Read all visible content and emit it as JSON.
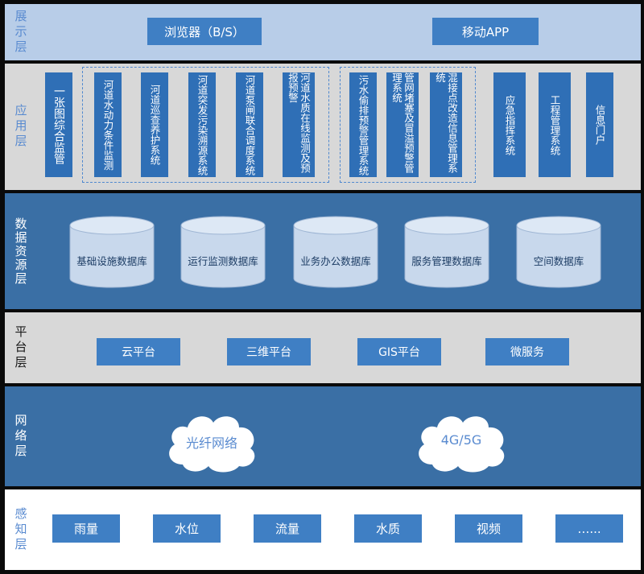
{
  "layers": {
    "presentation": {
      "label": "展示层",
      "items": [
        "浏览器（B/S）",
        "移动APP"
      ]
    },
    "application": {
      "label": "应用层",
      "items": [
        "一张图综合监管",
        "河道水动力条件监测",
        "河道巡查养护系统",
        "河道突发污染溯源系统",
        "河道泵闸联合调度系统",
        "河道水质在线监测及预报预警",
        "污水偷排预警管理系统",
        "管网堵塞及冒溢预警管理系统",
        "混接点改造信息管理系统",
        "应急指挥系统",
        "工程管理系统",
        "信息门户"
      ]
    },
    "data": {
      "label": "数据资源层",
      "items": [
        "基础设施数据库",
        "运行监测数据库",
        "业务办公数据库",
        "服务管理数据库",
        "空间数据库"
      ]
    },
    "platform": {
      "label": "平台层",
      "items": [
        "云平台",
        "三维平台",
        "GIS平台",
        "微服务"
      ]
    },
    "network": {
      "label": "网络层",
      "items": [
        "光纤网络",
        "4G/5G"
      ]
    },
    "perception": {
      "label": "感知层",
      "items": [
        "雨量",
        "水位",
        "流量",
        "水质",
        "视频",
        "…..."
      ]
    }
  },
  "colors": {
    "presentation_bg": "#b8cde8",
    "application_bg": "#d8d8d8",
    "data_bg": "#3a6fa5",
    "platform_bg": "#d8d8d8",
    "network_bg": "#3a6fa5",
    "perception_bg": "#ffffff",
    "box": "#3f7fc4",
    "label_blue": "#5a8bd0"
  }
}
